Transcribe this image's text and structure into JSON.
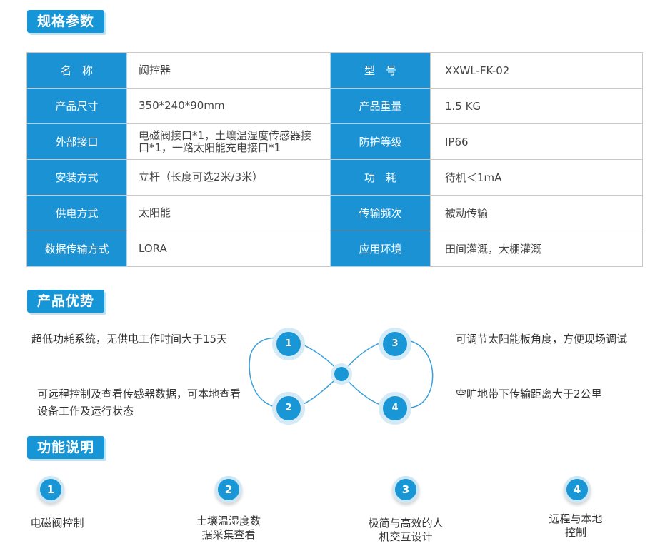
{
  "sections": {
    "specs": "规格参数",
    "advantages": "产品优势",
    "functions": "功能说明"
  },
  "specs": [
    {
      "label": "名　称",
      "value": "阀控器",
      "label2": "型　号",
      "value2": "XXWL-FK-02"
    },
    {
      "label": "产品尺寸",
      "value": "350*240*90mm",
      "label2": "产品重量",
      "value2": "1.5 KG"
    },
    {
      "label": "外部接口",
      "value": "电磁阀接口*1，土壤温湿度传感器接口*1，一路太阳能充电接口*1",
      "label2": "防护等级",
      "value2": "IP66"
    },
    {
      "label": "安装方式",
      "value": "立杆（长度可选2米/3米）",
      "label2": "功　耗",
      "value2": "待机＜1mA"
    },
    {
      "label": "供电方式",
      "value": "太阳能",
      "label2": "传输频次",
      "value2": "被动传输"
    },
    {
      "label": "数据传输方式",
      "value": "LORA",
      "label2": "应用环境",
      "value2": "田间灌溉，大棚灌溉"
    }
  ],
  "advantages": {
    "nodes": [
      "1",
      "2",
      "3",
      "4"
    ],
    "items": [
      "超低功耗系统，无供电工作时间大于15天",
      "可远程控制及查看传感器数据，可本地查看设备工作及运行状态",
      "可调节太阳能板角度，方便现场调试",
      "空旷地带下传输距离大于2公里"
    ]
  },
  "functions": [
    {
      "num": "1",
      "text": "电磁阀控制"
    },
    {
      "num": "2",
      "text": "土壤温湿度数据采集查看"
    },
    {
      "num": "3",
      "text": "极简与高效的人机交互设计"
    },
    {
      "num": "4",
      "text": "远程与本地控制"
    }
  ],
  "colors": {
    "accent": "#1896d5",
    "accent_light": "#d4eaf6",
    "border": "#c9c9c9"
  }
}
